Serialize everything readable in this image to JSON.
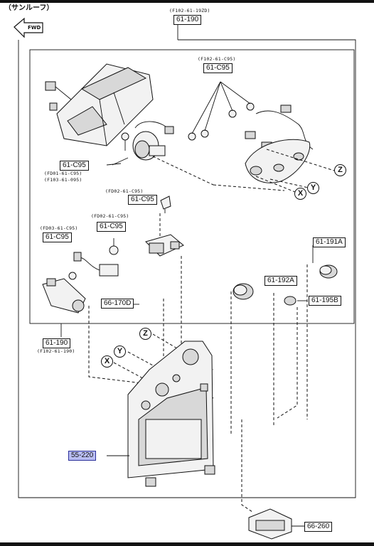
{
  "header": {
    "title": "（サンルーフ）",
    "fwd": "FWD"
  },
  "labels": {
    "top_code": "(F102-61-19ZD)",
    "top_ref": "61-190",
    "c95_code_top": "(F102-61-C95)",
    "c95_ref_top": "61-C95",
    "c95_ref_left": "61-C95",
    "c95_alt_1": "(FD01-61-C95)",
    "c95_alt_2": "(F103-61-095)",
    "c95_code_mid": "(FD02-61-C95)",
    "c95_ref_mid": "61-C95",
    "c95_code_mid2": "(FD02-61-C95)",
    "c95_ref_mid2": "61-C95",
    "c95_code_low": "(FD03-61-C95)",
    "c95_ref_low": "61-C95",
    "ref_191a": "61-191A",
    "ref_192a": "61-192A",
    "ref_195b": "61-195B",
    "ref_170d": "66-170D",
    "bottom_ref": "61-190",
    "bottom_code": "(F102-61-190)",
    "ref_55220": "55-220",
    "ref_66260": "66-260"
  },
  "callouts": {
    "z_upper": "Z",
    "x_upper": "X",
    "y_upper": "Y",
    "z_lower": "Z",
    "y_lower": "Y",
    "x_lower": "X"
  },
  "colors": {
    "highlight": "#b9bdf2",
    "highlight_border": "#2a2f9a"
  }
}
